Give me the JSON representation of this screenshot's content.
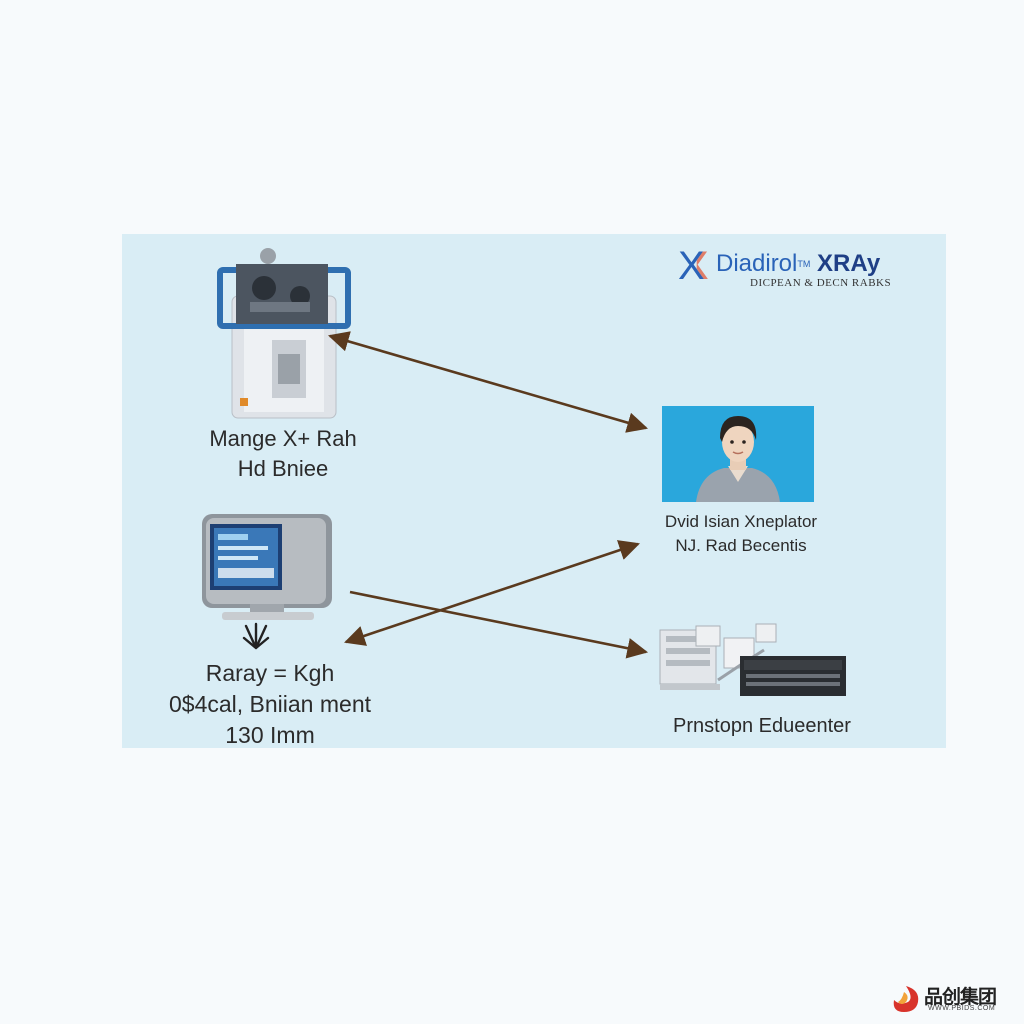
{
  "brand": {
    "mark": "X",
    "name": "Diadirol",
    "tm": "TM",
    "name_bold": "XRAy",
    "tagline": "DICPEAN & DECN RABKS"
  },
  "nodes": {
    "machine": {
      "line1": "Mange X+ Rah",
      "line2": "Hd Bniee"
    },
    "person": {
      "line1": "Dvid Isian Xneplator",
      "line2": "NJ. Rad Becentis"
    },
    "monitor": {
      "line1": "Raray = Kgh",
      "line2": "0$4cal, Bniian ment",
      "line3": "130 Imm"
    },
    "equipment": {
      "line1": "Prnstopn Edueenter"
    }
  },
  "arrows": [
    {
      "from": "machine",
      "to": "person",
      "direction": "both"
    },
    {
      "from": "monitor",
      "to": "equipment",
      "direction": "forward"
    },
    {
      "from": "person",
      "to": "monitor",
      "direction": "both"
    }
  ],
  "colors": {
    "panel": "#d9edf5",
    "arrow": "#5a3a1e",
    "person_bg": "#2aa7dc",
    "brand_blue": "#2a63b8"
  },
  "footer": {
    "brand": "品创集团",
    "url": "WWW.PBIDS.COM"
  }
}
